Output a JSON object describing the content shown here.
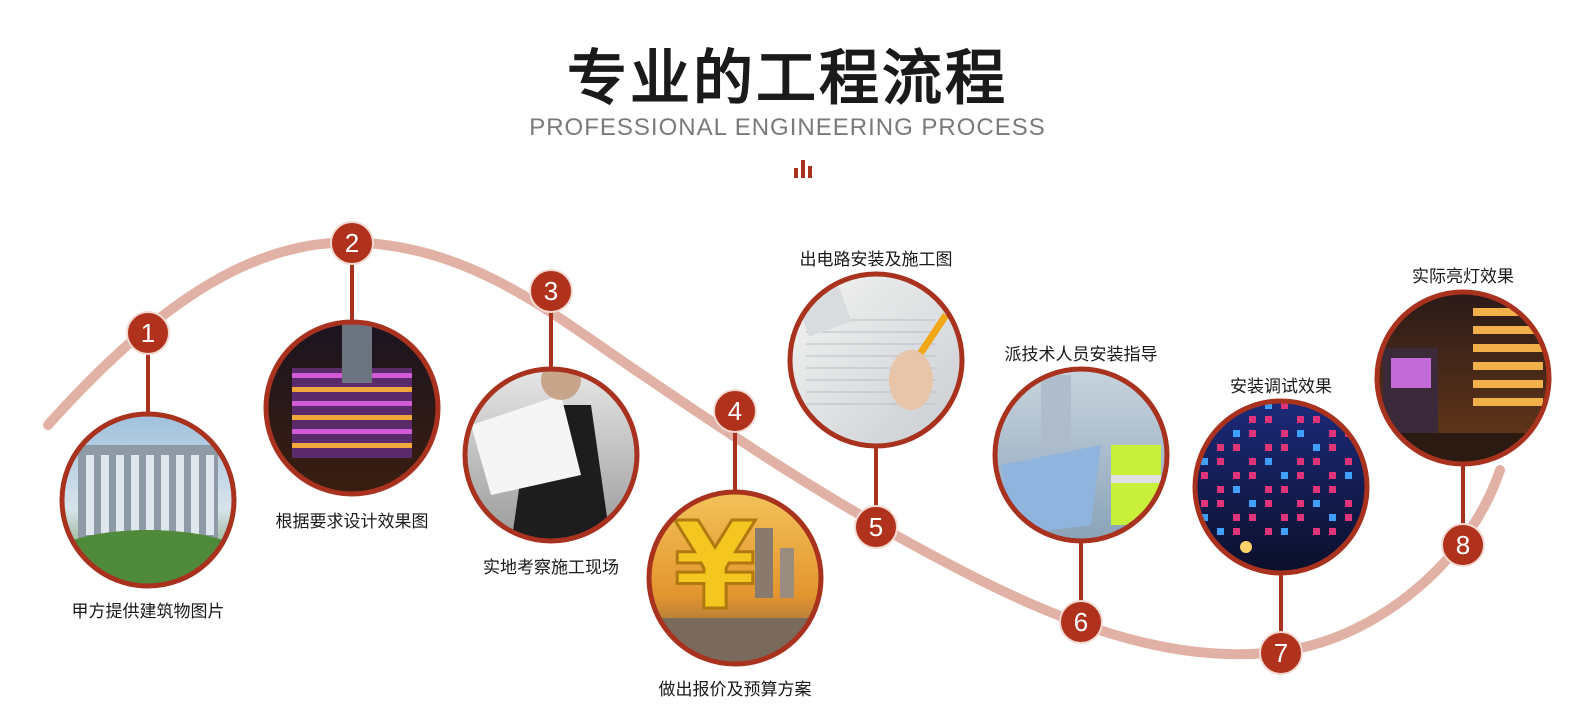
{
  "header": {
    "title": "专业的工程流程",
    "subtitle": "PROFESSIONAL ENGINEERING PROCESS"
  },
  "colors": {
    "accent": "#b0321c",
    "curve": "#e2b1a5",
    "ring": "#a8321e"
  },
  "steps": [
    {
      "number": "1",
      "label": "甲方提供建筑物图片",
      "photo": "office-building-photo"
    },
    {
      "number": "2",
      "label": "根据要求设计效果图",
      "photo": "lit-building-night-photo"
    },
    {
      "number": "3",
      "label": "实地考察施工现场",
      "photo": "person-holding-blueprint-photo"
    },
    {
      "number": "4",
      "label": "做出报价及预算方案",
      "photo": "gold-yuan-sign-photo"
    },
    {
      "number": "5",
      "label": "出电路安装及施工图",
      "photo": "drawing-blueprint-photo"
    },
    {
      "number": "6",
      "label": "派技术人员安装指导",
      "photo": "technician-guidance-photo"
    },
    {
      "number": "7",
      "label": "安装调试效果",
      "photo": "led-facade-photo"
    },
    {
      "number": "8",
      "label": "实际亮灯效果",
      "photo": "mall-lighting-night-photo"
    }
  ]
}
